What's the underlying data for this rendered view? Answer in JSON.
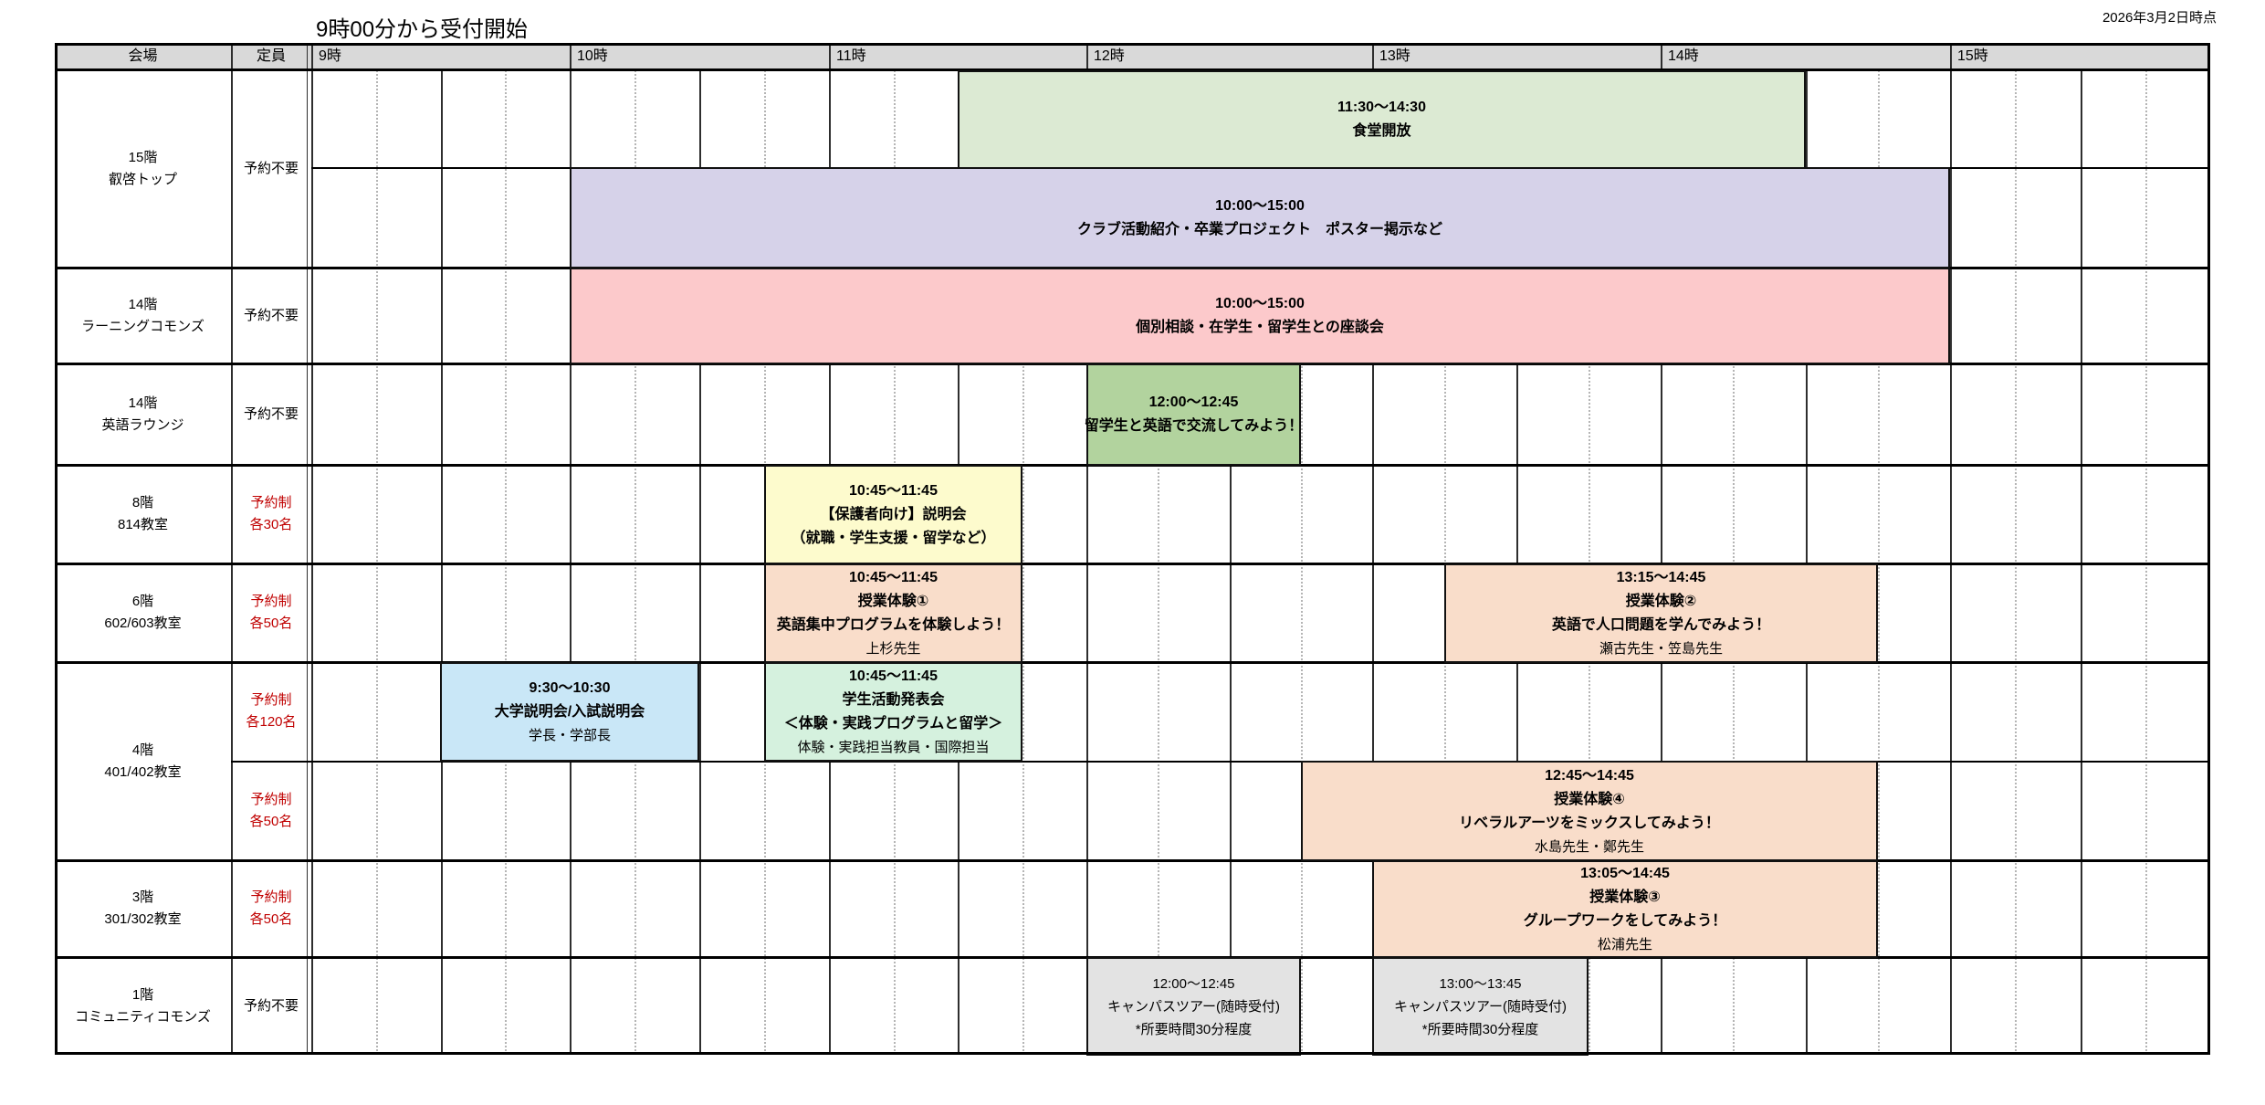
{
  "page": {
    "title": "9時00分から受付開始",
    "date_note": "2026年3月2日時点"
  },
  "colors": {
    "header_bg": "#d9d9d9",
    "reserved_red": "#c00000",
    "grid_border": "#000000"
  },
  "header": {
    "venue": "会場",
    "capacity": "定員",
    "hours": [
      "9時",
      "10時",
      "11時",
      "12時",
      "13時",
      "14時",
      "15時"
    ]
  },
  "venues": [
    {
      "floor": "15階",
      "name": "叡啓トップ",
      "capacity": [
        "予約不要"
      ]
    },
    {
      "floor": "14階",
      "name": "ラーニングコモンズ",
      "capacity": [
        "予約不要"
      ]
    },
    {
      "floor": "14階",
      "name": "英語ラウンジ",
      "capacity": [
        "予約不要"
      ]
    },
    {
      "floor": "8階",
      "name": "814教室",
      "capacity": [
        "予約制",
        "各30名"
      ]
    },
    {
      "floor": "6階",
      "name": "602/603教室",
      "capacity": [
        "予約制",
        "各50名"
      ]
    },
    {
      "floor": "4階",
      "name": "401/402教室",
      "capacity": [
        "予約制",
        "各120名"
      ],
      "capacity2": [
        "予約制",
        "各50名"
      ]
    },
    {
      "floor": "3階",
      "name": "301/302教室",
      "capacity": [
        "予約制",
        "各50名"
      ]
    },
    {
      "floor": "1階",
      "name": "コミュニティコモンズ",
      "capacity": [
        "予約不要"
      ]
    }
  ],
  "events": [
    {
      "time": "11:30〜14:30",
      "l1": "食堂開放",
      "color": "#dcead3"
    },
    {
      "time": "10:00〜15:00",
      "l1": "クラブ活動紹介・卒業プロジェクト　ポスター掲示など",
      "color": "#d6d2e9"
    },
    {
      "time": "10:00〜15:00",
      "l1": "個別相談・在学生・留学生との座談会",
      "color": "#fcc9cb"
    },
    {
      "time": "12:00〜12:45",
      "l1": "留学生と英語で交流してみよう！",
      "color": "#b2d39e"
    },
    {
      "time": "10:45〜11:45",
      "l1": "【保護者向け】説明会",
      "l2": "（就職・学生支援・留学など）",
      "color": "#fdfbcd"
    },
    {
      "time": "10:45〜11:45",
      "l1": "授業体験①",
      "l2": "英語集中プログラムを体験しよう！",
      "presenter": "上杉先生",
      "color": "#f9ddca"
    },
    {
      "time": "13:15〜14:45",
      "l1": "授業体験②",
      "l2": "英語で人口問題を学んでみよう！",
      "presenter": "瀬古先生・笠島先生",
      "color": "#f9ddca"
    },
    {
      "time": "9:30〜10:30",
      "l1": "大学説明会/入試説明会",
      "presenter": "学長・学部長",
      "color": "#c9e7f7"
    },
    {
      "time": "10:45〜11:45",
      "l1": "学生活動発表会",
      "l2": "＜体験・実践プログラムと留学＞",
      "presenter": "体験・実践担当教員・国際担当",
      "color": "#d5f1de"
    },
    {
      "time": "12:45〜14:45",
      "l1": "授業体験④",
      "l2": "リベラルアーツをミックスしてみよう！",
      "presenter": "水島先生・鄭先生",
      "color": "#f9ddca"
    },
    {
      "time": "13:05〜14:45",
      "l1": "授業体験③",
      "l2": "グループワークをしてみよう！",
      "presenter": "松浦先生",
      "color": "#f9ddca"
    },
    {
      "time": "12:00〜12:45",
      "l1": "キャンパスツアー(随時受付)",
      "l2": "*所要時間30分程度",
      "color": "#e3e3e3"
    },
    {
      "time": "13:00〜13:45",
      "l1": "キャンパスツアー(随時受付)",
      "l2": "*所要時間30分程度",
      "color": "#e3e3e3"
    }
  ]
}
